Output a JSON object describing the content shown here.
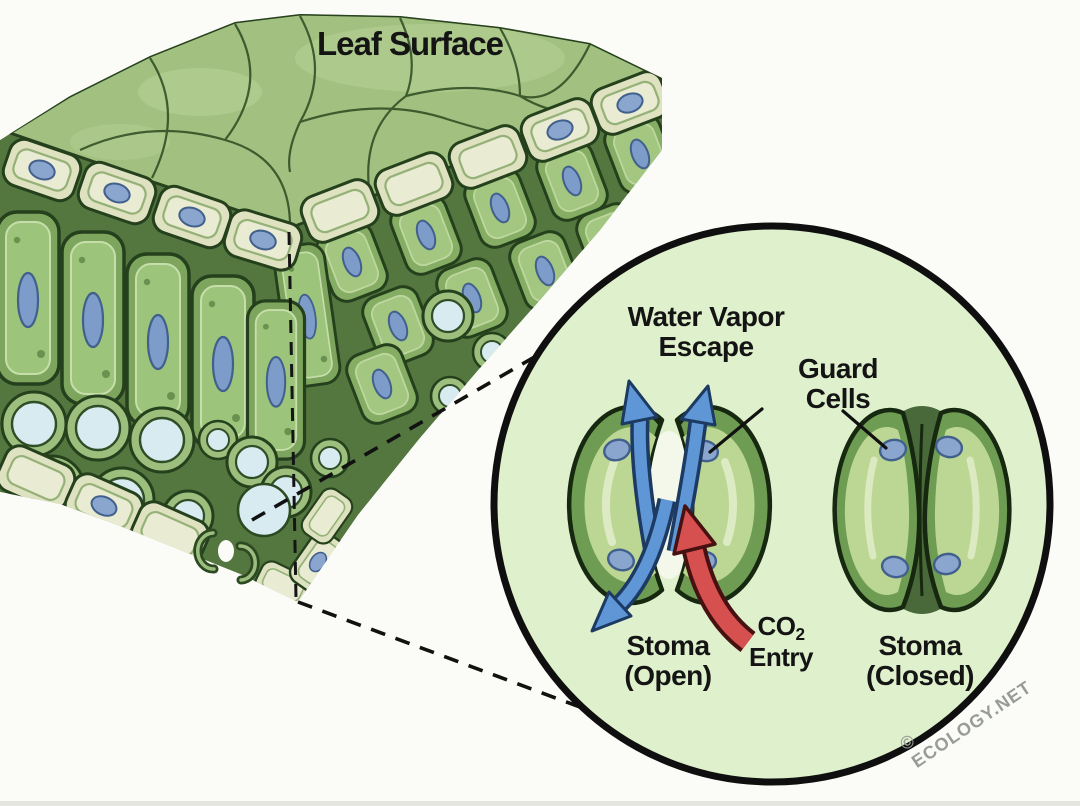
{
  "illustration": {
    "leaf_surface_label": "Leaf Surface"
  },
  "inset": {
    "water_vapor_line1": "Water Vapor",
    "water_vapor_line2": "Escape",
    "guard_cells_line1": "Guard",
    "guard_cells_line2": "Cells",
    "stoma_open_line1": "Stoma",
    "stoma_open_line2": "(Open)",
    "co2_main": "CO",
    "co2_sub": "2",
    "co2_entry_line2": "Entry",
    "stoma_closed_line1": "Stoma",
    "stoma_closed_line2": "(Closed)"
  },
  "watermark": "© ECOLOGY.NET",
  "colors": {
    "background": "#fbfbf7",
    "inset_background": "#dff0cc",
    "outline_black": "#111111",
    "leaf_top_green": "#a2c07f",
    "guard_cell_light_green": "#bcd694",
    "guard_cell_band_green": "#6f9c53",
    "epidermis_pale": "#dfe2c0",
    "spongy_interior_blue": "#d8ebf1",
    "nucleus_blue": "#8ba6ce",
    "water_vapor_arrow_blue": "#5f97d6",
    "co2_arrow_red": "#d5504e",
    "watermark_gray": "#979d96"
  }
}
